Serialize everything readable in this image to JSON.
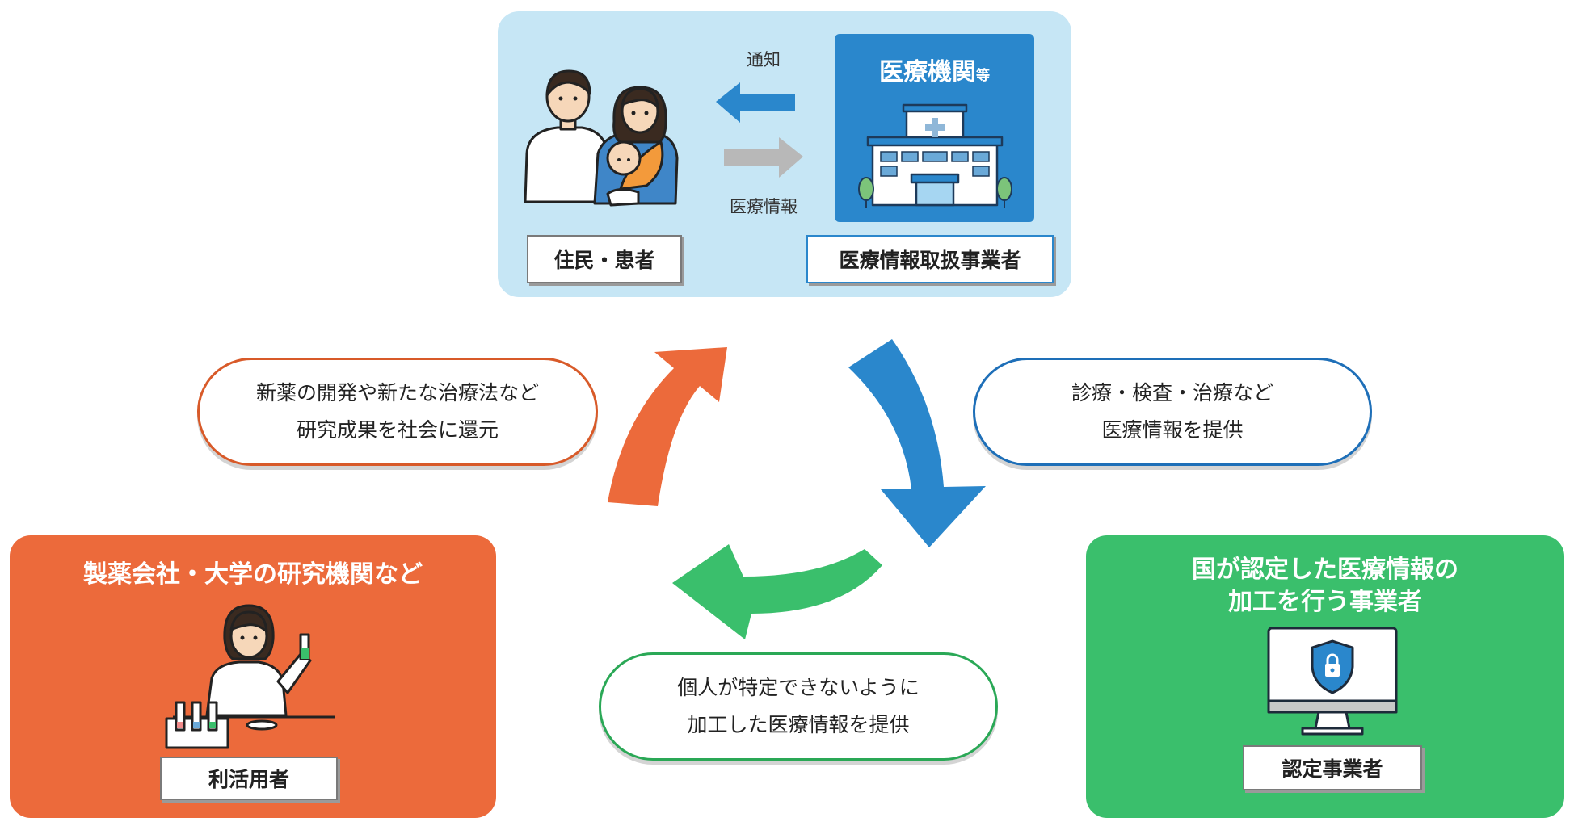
{
  "top_section": {
    "residents_label": "住民・患者",
    "hospital_title": "医療機関",
    "hospital_title_suffix": "等",
    "handler_label": "医療情報取扱事業者",
    "notify_text": "通知",
    "medinfo_text": "医療情報"
  },
  "bubbles": {
    "left": {
      "line1": "新薬の開発や新たな治療法など",
      "line2": "研究成果を社会に還元"
    },
    "right": {
      "line1": "診療・検査・治療など",
      "line2": "医療情報を提供"
    },
    "bottom": {
      "line1": "個人が特定できないように",
      "line2": "加工した医療情報を提供"
    }
  },
  "users_panel": {
    "title": "製薬会社・大学の研究機関など",
    "label": "利活用者"
  },
  "certified_panel": {
    "title_line1": "国が認定した医療情報の",
    "title_line2": "加工を行う事業者",
    "label": "認定事業者"
  },
  "colors": {
    "top_bg": "#c6e6f5",
    "blue": "#2a87cc",
    "orange": "#ec6a3b",
    "green": "#3abf6c",
    "gray_arrow": "#b8b8b8"
  },
  "icons": [
    "family-icon",
    "hospital-building-icon",
    "researcher-icon",
    "monitor-shield-icon"
  ]
}
